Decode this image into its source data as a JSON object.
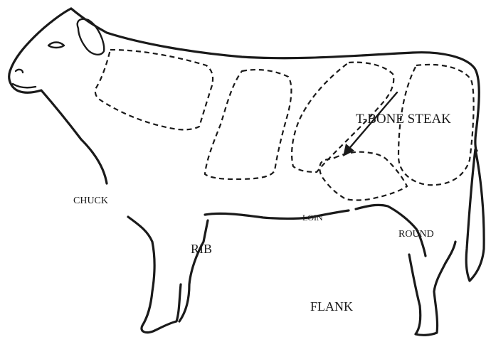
{
  "diagram": {
    "labels": {
      "chuck": "CHUCK",
      "rib": "RIB",
      "loin": "LOIN",
      "round": "ROUND",
      "flank": "FLANK",
      "t_bone": "T-BONE STEAK"
    }
  }
}
